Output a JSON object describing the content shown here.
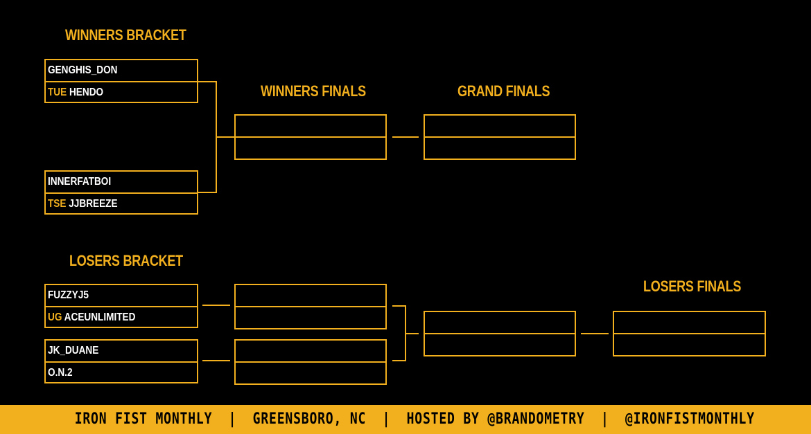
{
  "headings": {
    "winners_bracket": "WINNERS BRACKET",
    "winners_finals": "WINNERS FINALS",
    "grand_finals": "GRAND FINALS",
    "losers_bracket": "LOSERS BRACKET",
    "losers_finals": "LOSERS FINALS"
  },
  "winners_round1": {
    "match1": {
      "top": {
        "tag": "",
        "name": "GENGHIS_DON"
      },
      "bottom": {
        "tag": "TUE",
        "name": "HENDO"
      }
    },
    "match2": {
      "top": {
        "tag": "",
        "name": "INNERFATBOI"
      },
      "bottom": {
        "tag": "TSE",
        "name": "JJBREEZE"
      }
    }
  },
  "losers_round1": {
    "match1": {
      "top": {
        "tag": "",
        "name": "FUZZYJ5"
      },
      "bottom": {
        "tag": "UG",
        "name": "ACEUNLIMITED"
      }
    },
    "match2": {
      "top": {
        "tag": "",
        "name": "JK_DUANE"
      },
      "bottom": {
        "tag": "",
        "name": "O.N.2"
      }
    }
  },
  "footer": {
    "text": "IRON FIST MONTHLY  |  GREENSBORO, NC  |  HOSTED BY @BRANDOMETRY  |  @IRONFISTMONTHLY"
  },
  "colors": {
    "accent": "#f2b01e",
    "background": "#000000",
    "text": "#ffffff"
  }
}
